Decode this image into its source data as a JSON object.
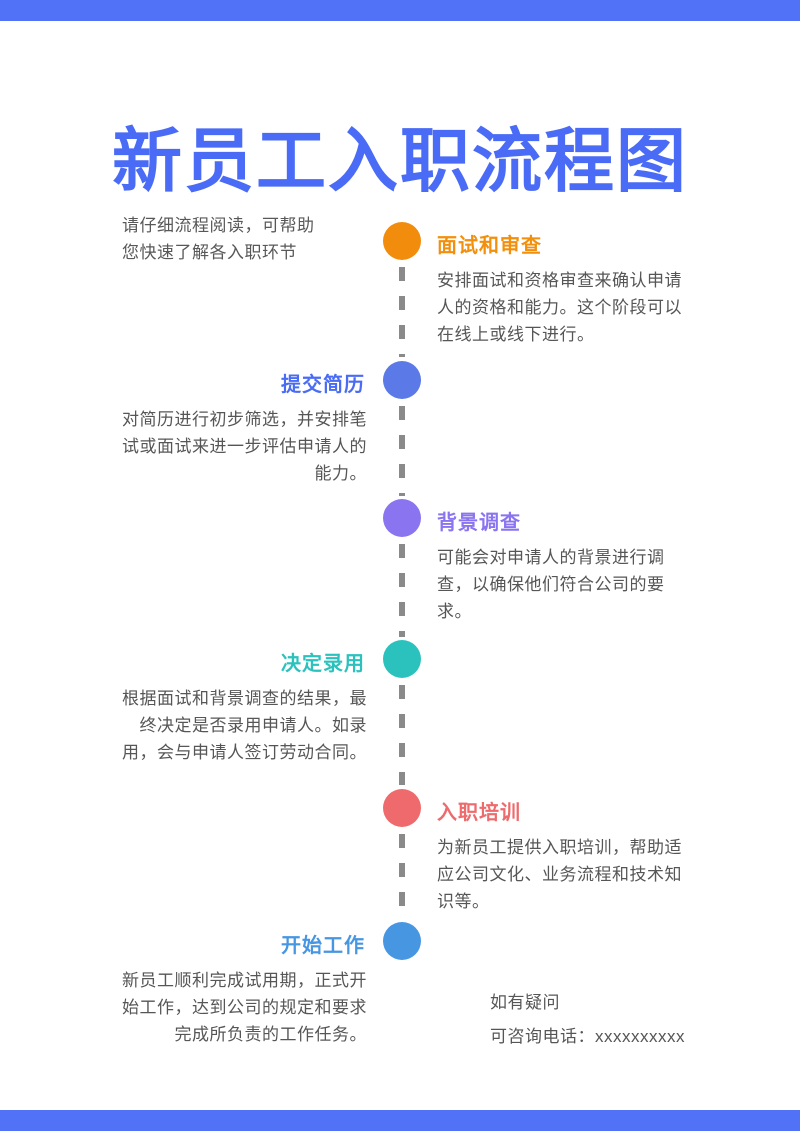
{
  "page": {
    "title": "新员工入职流程图",
    "title_color": "#4a6bf5",
    "bar_color": "#5171f6",
    "dash_color": "#8a8a8a",
    "body_text_color": "#565656"
  },
  "intro": {
    "line1": "请仔细流程阅读，可帮助",
    "line2": "您快速了解各入职环节"
  },
  "steps": [
    {
      "title": "面试和审查",
      "desc": "安排面试和资格审查来确认申请人的资格和能力。这个阶段可以在线上或线下进行。",
      "color": "#f2900d",
      "dot_color": "#f28c0c",
      "side": "right"
    },
    {
      "title": "提交简历",
      "desc": "对简历进行初步筛选，并安排笔试或面试来进一步评估申请人的能力。",
      "color": "#4a6cf5",
      "dot_color": "#5b7ae8",
      "side": "left"
    },
    {
      "title": "背景调查",
      "desc": "可能会对申请人的背景进行调查，以确保他们符合公司的要求。",
      "color": "#8b74f0",
      "dot_color": "#8b74ef",
      "side": "right"
    },
    {
      "title": "决定录用",
      "desc": "根据面试和背景调查的结果，最终决定是否录用申请人。如录用，会与申请人签订劳动合同。",
      "color": "#2bc2be",
      "dot_color": "#2bc2be",
      "side": "left"
    },
    {
      "title": "入职培训",
      "desc": "为新员工提供入职培训，帮助适应公司文化、业务流程和技术知识等。",
      "color": "#ee6a6c",
      "dot_color": "#ee6a6c",
      "side": "right"
    },
    {
      "title": "开始工作",
      "desc": "新员工顺利完成试用期，正式开始工作，达到公司的规定和要求完成所负责的工作任务。",
      "color": "#4796e2",
      "dot_color": "#4796e2",
      "side": "left"
    }
  ],
  "contact": {
    "line1": "如有疑问",
    "line2": "可咨询电话：xxxxxxxxxx"
  }
}
